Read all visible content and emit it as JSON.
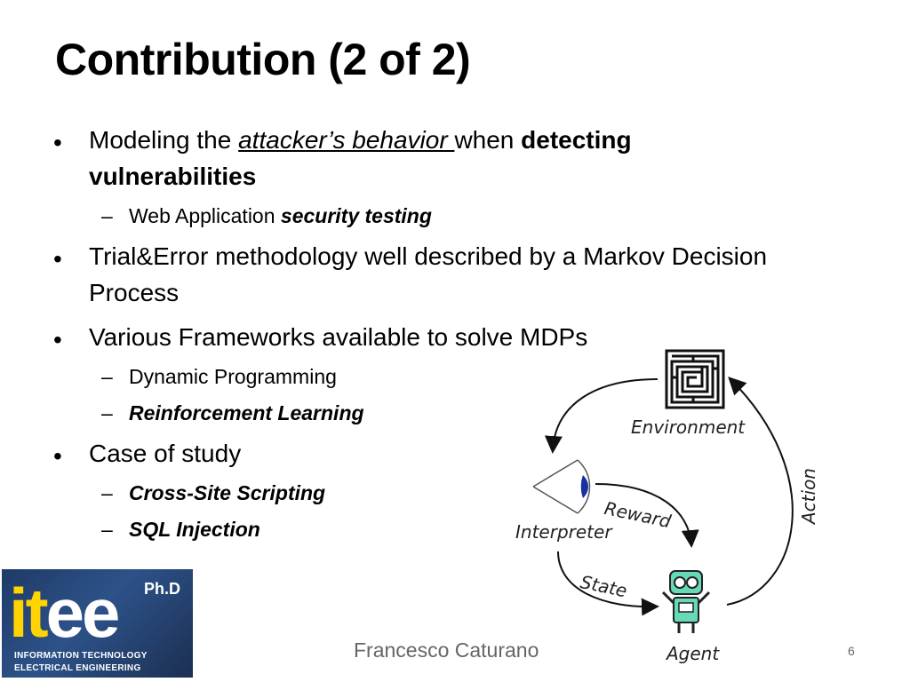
{
  "slide": {
    "title": "Contribution (2 of 2)",
    "bullets": {
      "b1_prefix": "Modeling the ",
      "b1_emph": "attacker’s behavior ",
      "b1_mid": "when ",
      "b1_bold1": "detecting",
      "b1_bold2": "vulnerabilities",
      "b1_sub_prefix": "Web Application ",
      "b1_sub_emph": "security testing",
      "b2_line1": "Trial&Error methodology well described by a Markov Decision",
      "b2_line2": "Process",
      "b3": "Various Frameworks available to solve MDPs",
      "b3_sub1": "Dynamic Programming",
      "b3_sub2": "Reinforcement Learning",
      "b4": "Case of study",
      "b4_sub1": "Cross-Site Scripting",
      "b4_sub2": "SQL Injection"
    }
  },
  "diagram": {
    "environment": "Environment",
    "interpreter": "Interpreter",
    "agent": "Agent",
    "reward": "Reward",
    "state": "State",
    "action": "Action"
  },
  "logo": {
    "main_i": "it",
    "main_ee": "ee",
    "phd": "Ph.D",
    "sub1": "INFORMATION TECHNOLOGY",
    "sub2": "ELECTRICAL ENGINEERING"
  },
  "footer": {
    "author": "Francesco Caturano",
    "page": "6"
  },
  "colors": {
    "eye_iris": "#1a2fa0",
    "robot_body": "#66d9b8",
    "logo_yellow": "#ffd400",
    "logo_blue": "#2d5289"
  }
}
